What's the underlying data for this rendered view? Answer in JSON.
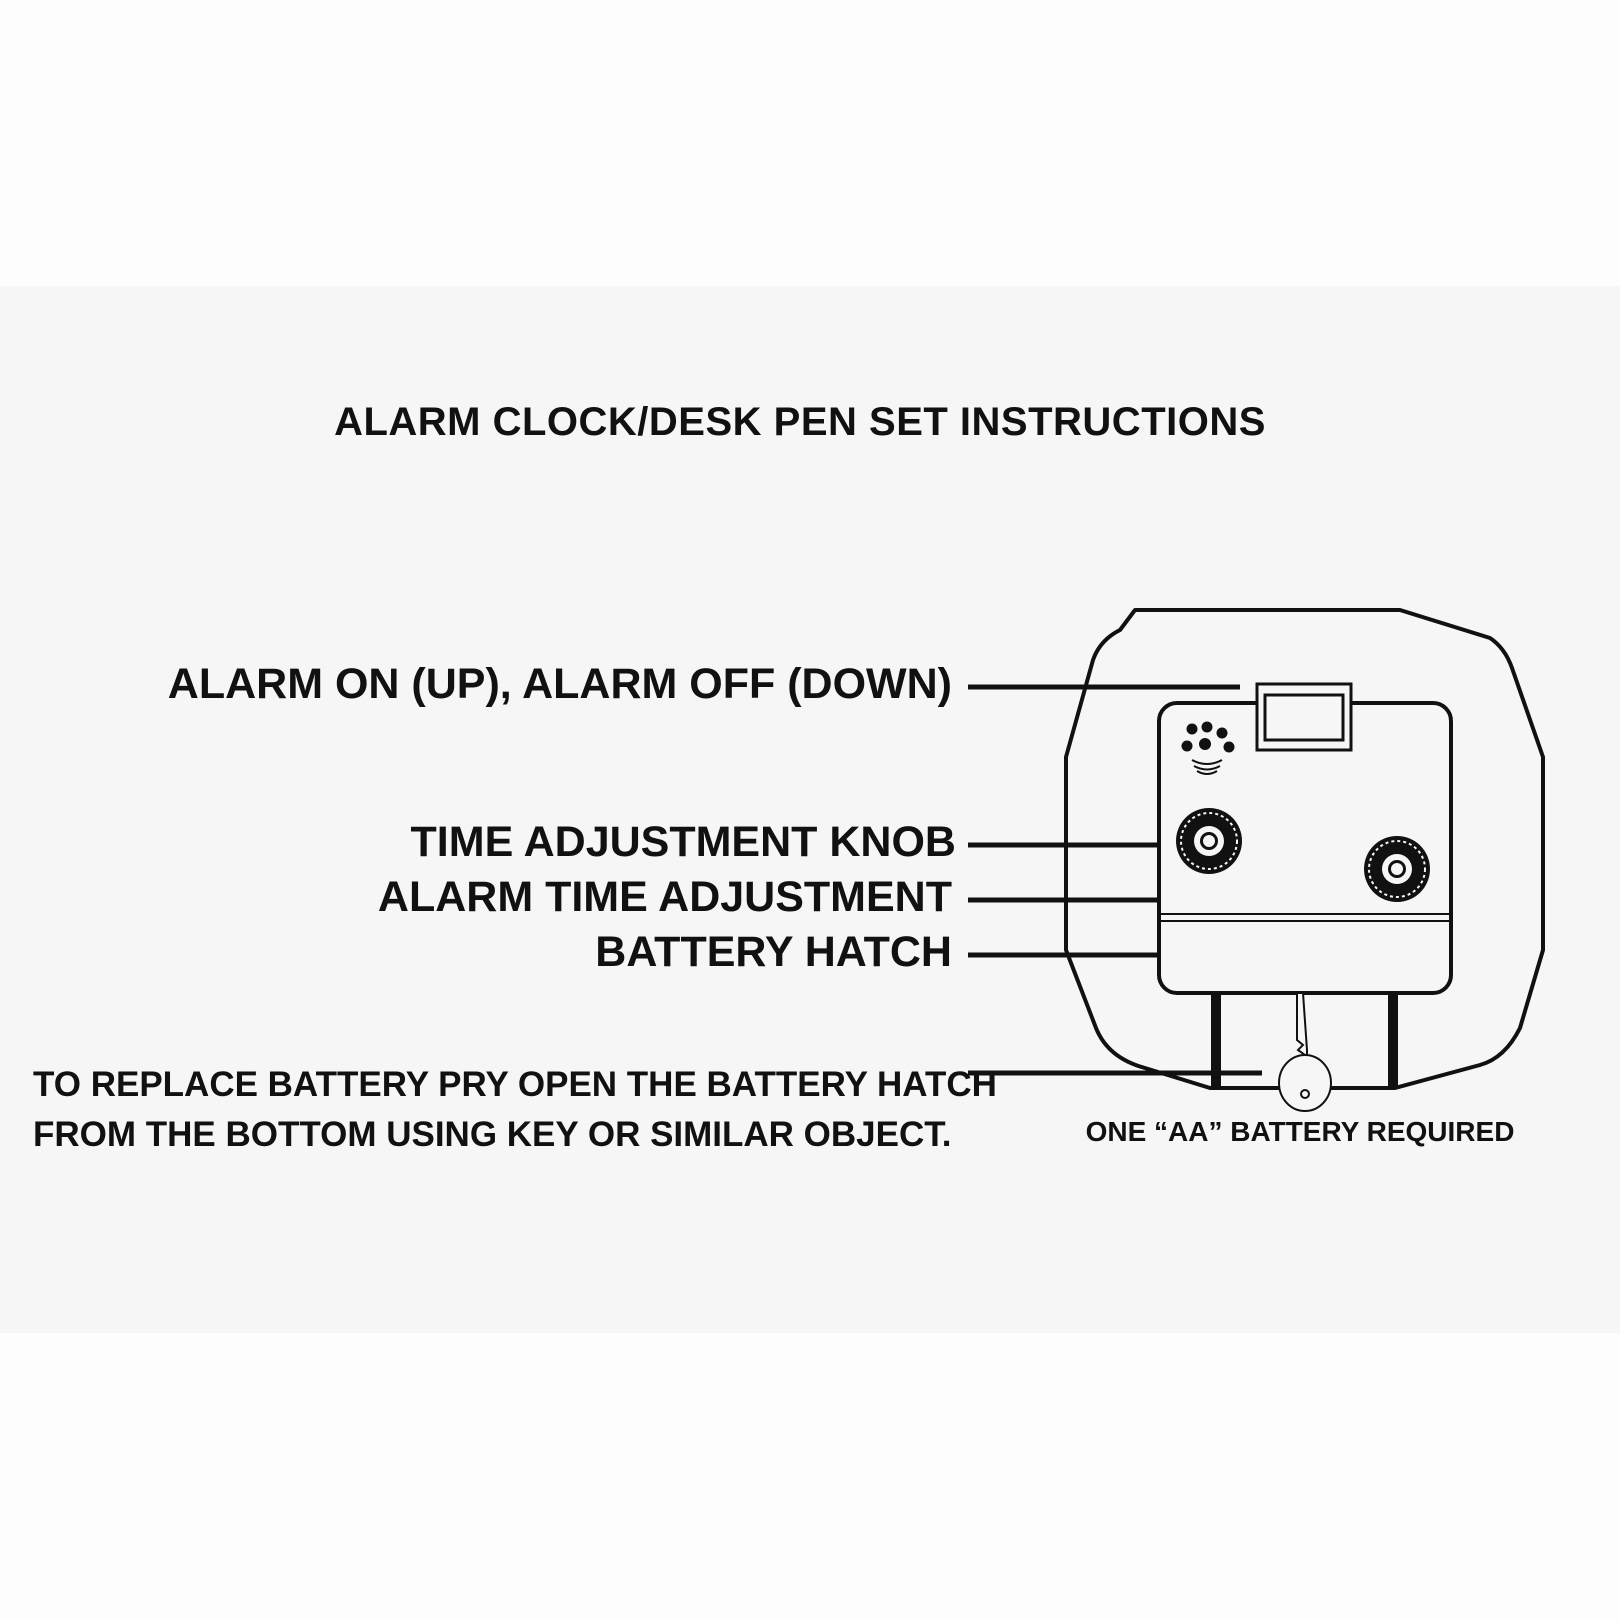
{
  "title": "ALARM CLOCK/DESK PEN SET INSTRUCTIONS",
  "callouts": {
    "alarm_switch": "ALARM ON (UP), ALARM OFF (DOWN)",
    "time_knob": "TIME ADJUSTMENT KNOB",
    "alarm_time": "ALARM TIME ADJUSTMENT",
    "battery_hatch": "BATTERY HATCH"
  },
  "note": {
    "line1": "TO REPLACE BATTERY PRY OPEN THE BATTERY HATCH",
    "line2": "FROM THE BOTTOM USING KEY OR SIMILAR OBJECT."
  },
  "caption": "ONE “AA” BATTERY REQUIRED",
  "colors": {
    "ink": "#111111",
    "panel": "#f6f6f6",
    "page": "#fdfdfd"
  },
  "icons": [
    "speaker-icon",
    "knob-icon",
    "key-icon"
  ]
}
